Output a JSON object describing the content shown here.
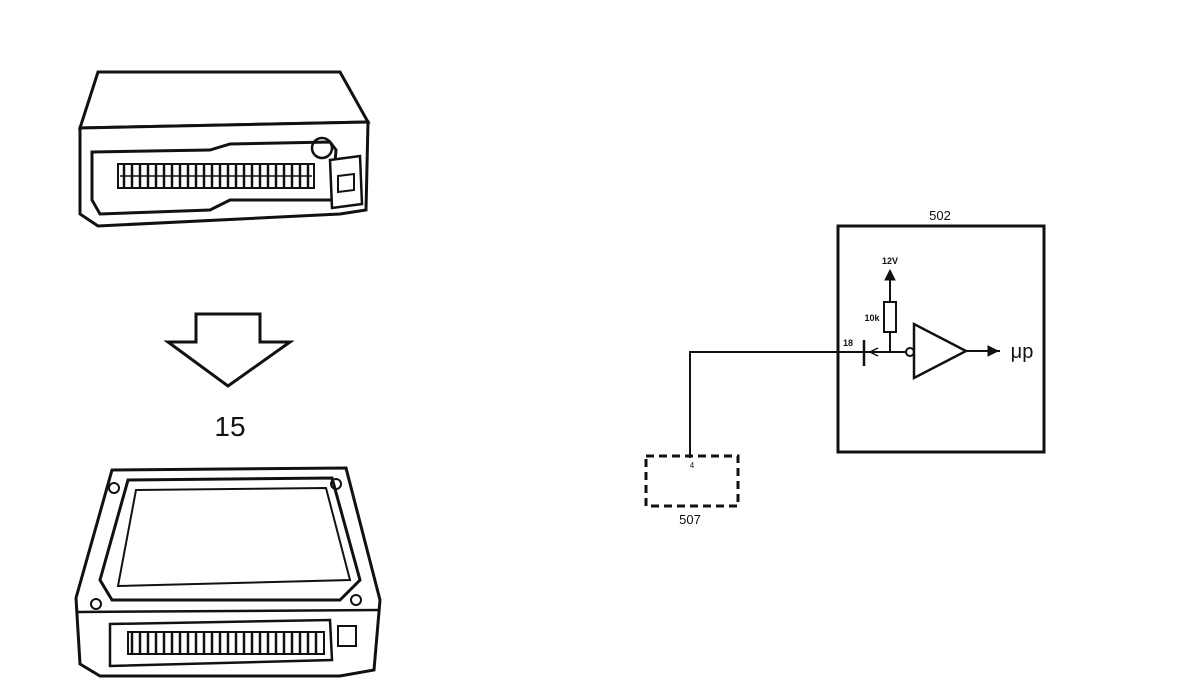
{
  "figure": {
    "step_label": "15",
    "circuit": {
      "module_label": "502",
      "sensor_label": "507",
      "supply_label": "12V",
      "resistor_label": "10k",
      "pin_label": "18",
      "sensor_pin_label": "4",
      "output_label": "μp"
    }
  },
  "colors": {
    "ink": "#111111",
    "paper": "#ffffff"
  }
}
